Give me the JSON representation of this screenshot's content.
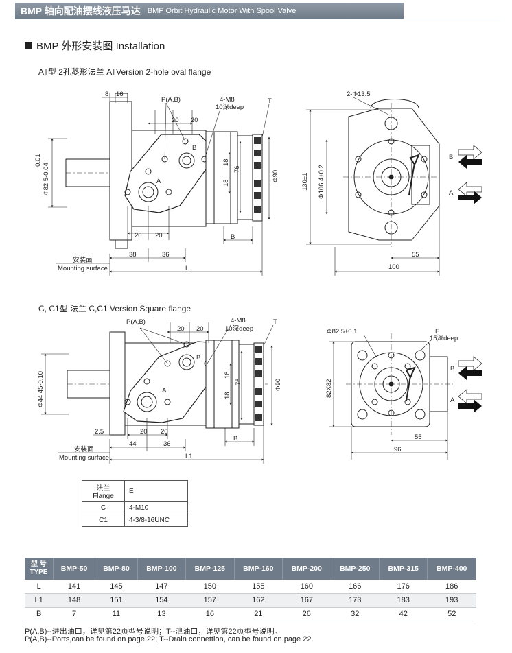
{
  "header": {
    "title_cn": "BMP 轴向配油摆线液压马达",
    "title_en": "BMP Orbit Hydraulic Motor With Spool Valve"
  },
  "section": {
    "title": "BMP 外形安装图 Installation"
  },
  "drawing1": {
    "caption": "AⅡ型 2孔菱形法兰  AⅡVersion 2-hole oval flange",
    "labels": {
      "d8": "8",
      "d16": "16",
      "pab": "P(A,B)",
      "m8": "4-M8",
      "deep": "10深deep",
      "t": "T",
      "d20a": "20",
      "d20b": "20",
      "b": "B",
      "a": "A",
      "d18a": "18",
      "d76": "76",
      "d18b": "18",
      "phi90": "Φ90",
      "shaft": "Φ82.5-0.04",
      "tol": "-0.01",
      "d20c": "20",
      "d20d": "20",
      "bdim": "B",
      "mount_cn": "安装面",
      "mount_en": "Mounting surface",
      "d38": "38",
      "d36": "36",
      "l": "L",
      "holes": "2-Φ13.5",
      "h130": "130±1",
      "phi106": "Φ106.4±0.2",
      "d55": "55",
      "d100": "100",
      "port_b": "B",
      "port_a": "A"
    }
  },
  "drawing2": {
    "caption": "C, C1型 法兰  C,C1 Version Square flange",
    "labels": {
      "pab": "P(A,B)",
      "d20a": "20",
      "d20b": "20",
      "m8": "4-M8",
      "deep": "10深deep",
      "t": "T",
      "b": "B",
      "a": "A",
      "d18a": "18",
      "d76": "76",
      "d18b": "18",
      "phi90": "Φ90",
      "shaft": "Φ44.45-0.10",
      "d25": "2.5",
      "d20c": "20",
      "d20d": "20",
      "bdim": "B",
      "mount_cn": "安装面",
      "mount_en": "Mounting surface",
      "d44": "44",
      "d36": "36",
      "l1": "L1",
      "phi825": "Φ82.5±0.1",
      "e": "E",
      "edeep": "15深deep",
      "sq": "82X82",
      "d55": "55",
      "d96": "96",
      "port_b": "B",
      "port_a": "A"
    }
  },
  "flange_table": {
    "header": [
      "法兰 Flange",
      "E"
    ],
    "rows": [
      [
        "C",
        "4-M10"
      ],
      [
        "C1",
        "4-3/8-16UNC"
      ]
    ]
  },
  "spec_table": {
    "type_cn": "型 号",
    "type_en": "TYPE",
    "models": [
      "BMP-50",
      "BMP-80",
      "BMP-100",
      "BMP-125",
      "BMP-160",
      "BMP-200",
      "BMP-250",
      "BMP-315",
      "BMP-400"
    ],
    "rows": [
      {
        "label": "L",
        "values": [
          "141",
          "145",
          "147",
          "150",
          "155",
          "160",
          "166",
          "176",
          "186"
        ]
      },
      {
        "label": "L1",
        "values": [
          "148",
          "151",
          "154",
          "157",
          "162",
          "167",
          "173",
          "183",
          "193"
        ]
      },
      {
        "label": "B",
        "values": [
          "7",
          "11",
          "13",
          "16",
          "21",
          "26",
          "32",
          "42",
          "52"
        ]
      }
    ]
  },
  "notes": {
    "cn": "P(A,B)--进出油口，详见第22页型号说明；T--泄油口，详见第22页型号说明。",
    "en": "P(A,B)--Ports,can be found on page 22; T--Drain connettion, can be found on page 22."
  },
  "colors": {
    "header_bg": "#6f7b88",
    "arrow_fill": "#111111"
  }
}
